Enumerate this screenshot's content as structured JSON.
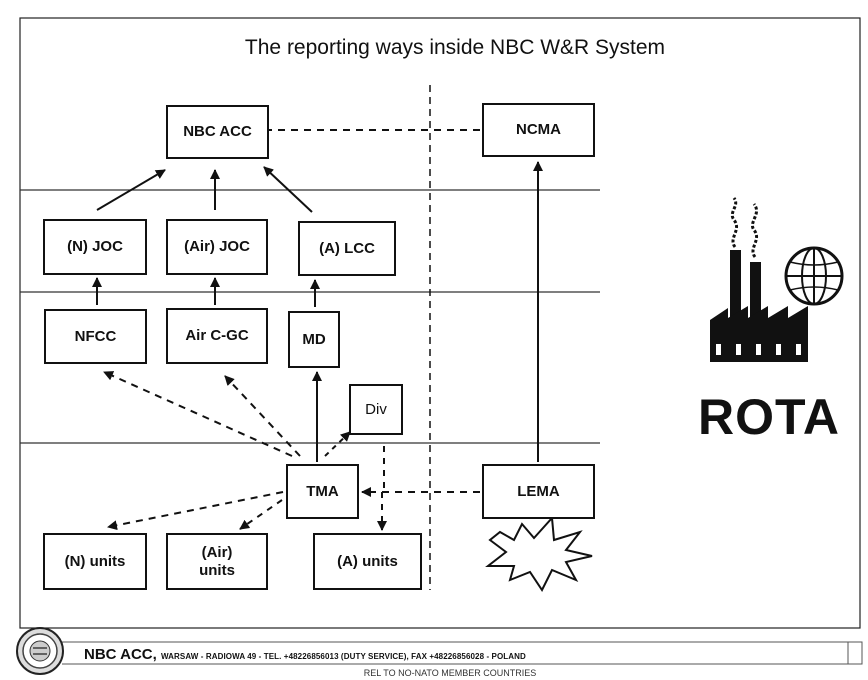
{
  "title": "The reporting ways inside NBC W&R System",
  "nodes": {
    "nbc_acc": "NBC ACC",
    "ncma": "NCMA",
    "n_joc": "(N) JOC",
    "air_joc": "(Air) JOC",
    "a_lcc": "(A) LCC",
    "nfcc": "NFCC",
    "air_cgc": "Air C-GC",
    "md": "MD",
    "div": "Div",
    "tma": "TMA",
    "lema": "LEMA",
    "n_units": "(N) units",
    "air_units_1": "(Air)",
    "air_units_2": "units",
    "a_units": "(A) units"
  },
  "logo_text": "ROTA",
  "footer": {
    "org": "NBC ACC,",
    "address": "WARSAW - RADIOWA 49 - TEL. +48226856013 (DUTY SERVICE), FAX +48226856028 - POLAND",
    "release": "REL TO NO-NATO MEMBER COUNTRIES"
  },
  "icons": [
    "factory-icon",
    "globe-icon",
    "explosion-icon",
    "seal-icon"
  ]
}
